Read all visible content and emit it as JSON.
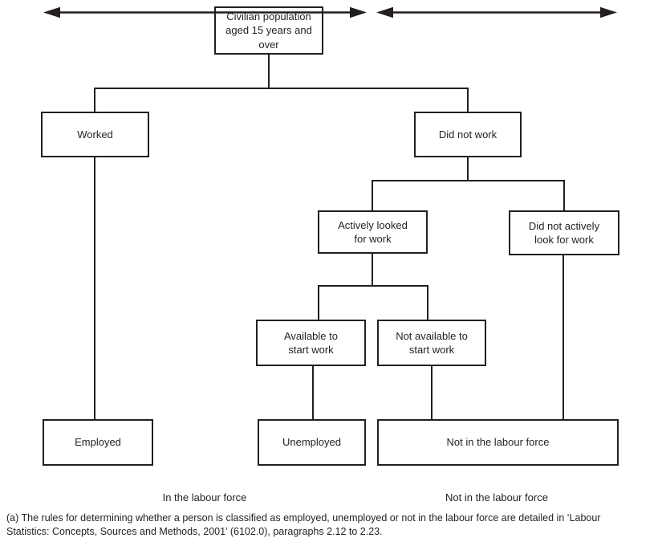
{
  "diagram": {
    "title_implicit": "Labour force classification flowchart",
    "nodes": {
      "civilian": {
        "lines": [
          "Civilian population",
          "aged 15 years and",
          "over"
        ]
      },
      "worked": {
        "lines": [
          "Worked"
        ]
      },
      "did_not_work": {
        "lines": [
          "Did not work"
        ]
      },
      "actively_looked": {
        "lines": [
          "Actively looked",
          "for work"
        ]
      },
      "did_not_actively": {
        "lines": [
          "Did not actively",
          "look for work"
        ]
      },
      "available": {
        "lines": [
          "Available to",
          "start work"
        ]
      },
      "not_available": {
        "lines": [
          "Not available to",
          "start work"
        ]
      },
      "employed": {
        "lines": [
          "Employed"
        ]
      },
      "unemployed": {
        "lines": [
          "Unemployed"
        ]
      },
      "not_in_labour_force": {
        "lines": [
          "Not in the labour force"
        ]
      }
    },
    "axis_labels": {
      "in_labour_force": "In the labour force",
      "not_in_labour_force": "Not in the labour force"
    },
    "footnote_lines": [
      "(a) The rules for determining whether a person is classified as employed, unemployed or not in the labour force are detailed in ‘Labour",
      "Statistics: Concepts, Sources and Methods, 2001’ (6102.0), paragraphs 2.12 to 2.23."
    ],
    "colors": {
      "ink": "#231f20",
      "background": "#ffffff"
    }
  }
}
